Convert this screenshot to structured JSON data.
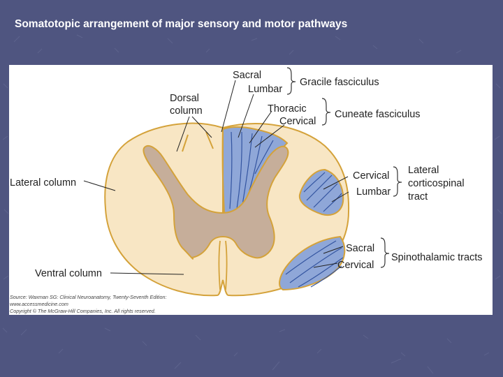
{
  "slide": {
    "title": "Somatotopic arrangement of major sensory and motor pathways"
  },
  "figure": {
    "labels": {
      "sacral_top": "Sacral",
      "lumbar_top": "Lumbar",
      "gracile": "Gracile fasciculus",
      "dorsal_column_1": "Dorsal",
      "dorsal_column_2": "column",
      "thoracic": "Thoracic",
      "cervical_top": "Cervical",
      "cuneate": "Cuneate fasciculus",
      "lateral_column": "Lateral column",
      "cervical_mid": "Cervical",
      "lumbar_mid": "Lumbar",
      "lcst_1": "Lateral",
      "lcst_2": "corticospinal",
      "lcst_3": "tract",
      "sacral_bottom": "Sacral",
      "cervical_bottom": "Cervical",
      "spinothalamic": "Spinothalamic tracts",
      "ventral_column": "Ventral column"
    },
    "credit": {
      "line1": "Source: Waxman SG: Clinical Neuroanatomy, Twenty-Seventh Edition:",
      "line2": "www.accessmedicine.com",
      "line3": "Copyright © The McGraw-Hill Companies, Inc. All rights reserved."
    },
    "colors": {
      "white_matter": "#f8e6c4",
      "gray_matter": "#c6ae9a",
      "tract_fill": "#8fa7d8",
      "outline": "#d4a23a",
      "tract_lines": "#3354a0",
      "background": "#4f5580"
    }
  }
}
